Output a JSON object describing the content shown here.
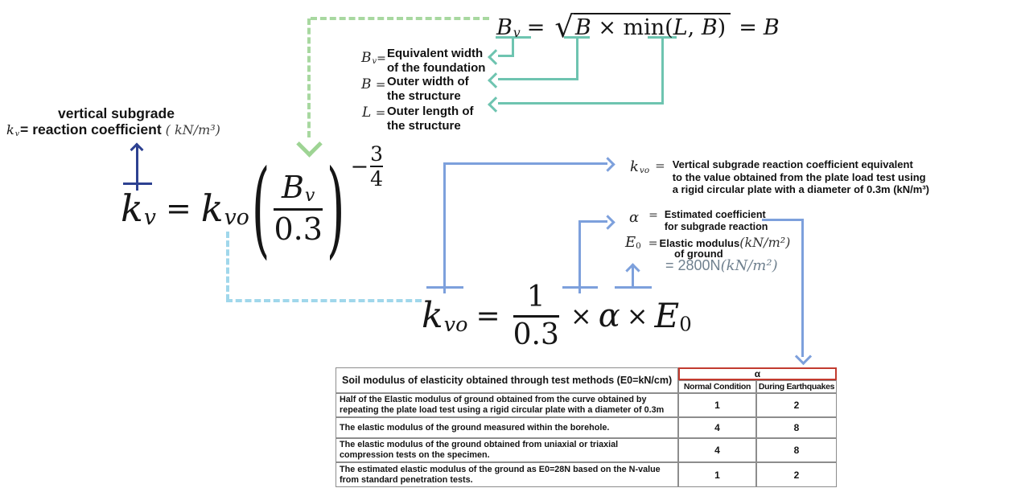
{
  "colors": {
    "teal": "#6ec4b0",
    "light_green_dash": "#a8d8a0",
    "light_blue_dash": "#a0d7eb",
    "blue": "#7da0dc",
    "navy": "#2d4191",
    "table_red_border": "#c23b2f",
    "header_gray": "#e2e2e2",
    "value_gray_blue": "#70818f"
  },
  "top_formula": {
    "b": "B",
    "b_sub": "v",
    "eq": "=",
    "sqrt": "√",
    "rad_var1": "B",
    "rad_mid": " × min(",
    "rad_L": "L",
    "rad_sep": ", ",
    "rad_B2": "B",
    "rad_end": ")",
    "eq2": "=",
    "rhs": "B"
  },
  "definitions": {
    "bv": {
      "sym": "B",
      "sub": "v",
      "eq": "=",
      "text": "Equivalent width\nof the foundation"
    },
    "b": {
      "sym": "B",
      "eq": "=",
      "text": "Outer width of\nthe structure"
    },
    "l": {
      "sym": "L",
      "eq": "=",
      "text": "Outer length of\nthe structure"
    }
  },
  "left_label": {
    "line1": "vertical subgrade",
    "k": "k",
    "k_sub": "v",
    "eq": "=",
    "text": "reaction coefficient",
    "unit": "( kN/m³)"
  },
  "main_formula": {
    "k": "k",
    "k_sub": "v",
    "eq": "=",
    "kvo": "k",
    "kvo_sub": "vo",
    "lparen": "(",
    "num": "B",
    "num_sub": "v",
    "den": "0.3",
    "rparen": ")",
    "exp_minus": "−",
    "exp_num": "3",
    "exp_den": "4"
  },
  "kvo_def": {
    "sym": "k",
    "sub": "vo",
    "eq": "=",
    "text": "Vertical subgrade reaction coefficient equivalent\nto the value obtained from the plate load test using\na rigid circular plate with a diameter of 0.3m (kN/m³)"
  },
  "alpha_def": {
    "sym": "α",
    "eq": "=",
    "text": "Estimated coefficient\nfor subgrade reaction"
  },
  "e0_def": {
    "sym": "E",
    "sub": "0",
    "eq": "=",
    "text1": "Elastic modulus",
    "unit1": "(kN/m²)",
    "text2": "of ground",
    "value_eq": "= 2800N",
    "value_unit": "(kN/m²)"
  },
  "bottom_formula": {
    "k": "k",
    "k_sub": "vo",
    "eq": "=",
    "num": "1",
    "den": "0.3",
    "times1": "×",
    "alpha": "α",
    "times2": "×",
    "e": "E",
    "e_sub": "0"
  },
  "table": {
    "left_header": "Soil modulus of elasticity obtained through test methods (E0=kN/cm)",
    "alpha_header": "α",
    "col1": "Normal Condition",
    "col2": "During Earthquakes",
    "rows": [
      {
        "label": "Half of the Elastic modulus of ground obtained from the curve obtained by repeating the plate load test using a rigid circular plate with a diameter of 0.3m",
        "normal": "1",
        "quake": "2"
      },
      {
        "label": "The elastic modulus of the ground measured within the borehole.",
        "normal": "4",
        "quake": "8"
      },
      {
        "label": "The elastic modulus of the ground obtained from uniaxial or triaxial compression tests on the specimen.",
        "normal": "4",
        "quake": "8"
      },
      {
        "label": "The estimated elastic modulus of the ground as E0=28N based on the N-value from standard penetration tests.",
        "normal": "1",
        "quake": "2"
      }
    ]
  }
}
